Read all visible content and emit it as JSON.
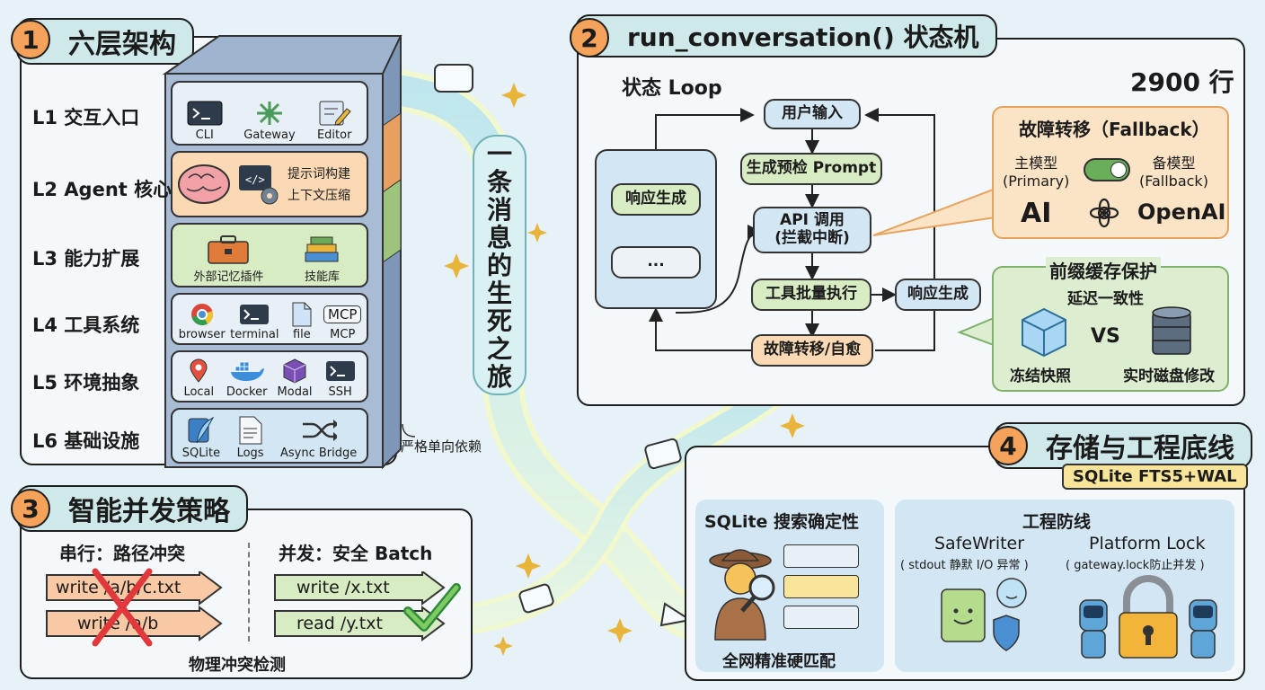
{
  "center": {
    "vertical_text": [
      "一",
      "条",
      "消",
      "息",
      "的",
      "生",
      "死",
      "之",
      "旅"
    ]
  },
  "panel1": {
    "num": "1",
    "title": "六层架构",
    "layers": [
      {
        "label": "L1 交互入口",
        "items": [
          "CLI",
          "Gateway",
          "Editor"
        ]
      },
      {
        "label": "L2 Agent 核心",
        "items": [
          "提示词构建",
          "上下文压缩"
        ]
      },
      {
        "label": "L3 能力扩展",
        "items": [
          "外部记忆插件",
          "技能库"
        ]
      },
      {
        "label": "L4 工具系统",
        "items": [
          "browser",
          "terminal",
          "file",
          "MCP"
        ],
        "mcp_badge": "MCP"
      },
      {
        "label": "L5 环境抽象",
        "items": [
          "Local",
          "Docker",
          "Modal",
          "SSH"
        ]
      },
      {
        "label": "L6 基础设施",
        "items": [
          "SQLite",
          "Logs",
          "Async Bridge"
        ]
      }
    ],
    "note": "严格单向依赖",
    "colors": {
      "l1": "#e7f0f7",
      "l2": "#fbd9b4",
      "l3": "#d8ecc4",
      "l4": "#e7f0f7",
      "l5": "#e7f0f7",
      "l6": "#d3e6f3"
    }
  },
  "panel2": {
    "num": "2",
    "title": "run_conversation() 状态机",
    "loop_label": "状态 Loop",
    "lines": "2900 行",
    "nodes": {
      "user_input": "用户输入",
      "prompt": "生成预检 Prompt",
      "api": "API 调用\n(拦截中断)",
      "tools": "工具批量执行",
      "fallback": "故障转移/自愈",
      "response_side": "响应生成",
      "response_left": "响应生成",
      "ellipsis": "..."
    },
    "failover": {
      "title": "故障转移（Fallback）",
      "primary": "主模型\n(Primary)",
      "backup": "备模型\n(Fallback)",
      "openai": "OpenAI",
      "anthropic_logo": "AI"
    },
    "cache": {
      "title": "前缀缓存保护",
      "subtitle": "延迟一致性",
      "vs": "VS",
      "left": "冻结快照",
      "right": "实时磁盘修改"
    }
  },
  "panel3": {
    "num": "3",
    "title": "智能并发策略",
    "serial_label": "串行：路径冲突",
    "parallel_label": "并发：安全 Batch",
    "serial_items": [
      "write /a/b/c.txt",
      "write /a/b"
    ],
    "parallel_items": [
      "write /x.txt",
      "read /y.txt"
    ],
    "footer": "物理冲突检测"
  },
  "panel4": {
    "num": "4",
    "title": "存储与工程底线",
    "badge": "SQLite FTS5+WAL",
    "search": {
      "title": "SQLite 搜索确定性",
      "footer": "全网精准硬匹配"
    },
    "defense": {
      "title": "工程防线",
      "safewriter": "SafeWriter",
      "safewriter_note": "( stdout 静默 I/O 异常 )",
      "lock": "Platform Lock",
      "lock_note": "( gateway.lock防止并发 )"
    }
  }
}
